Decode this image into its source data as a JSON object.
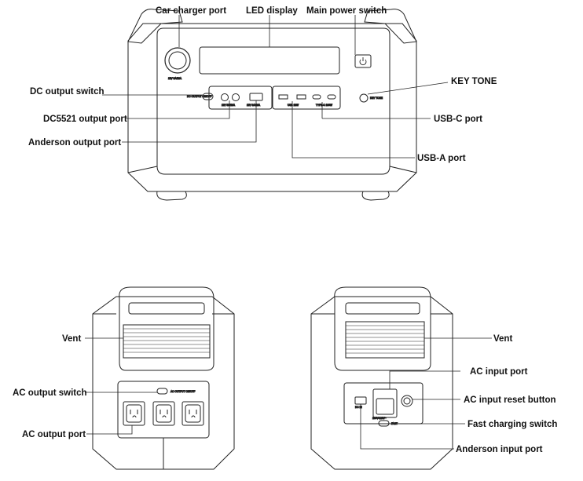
{
  "front_view": {
    "callouts": {
      "car_charger_port": "Car charger port",
      "led_display": "LED display",
      "main_power_switch": "Main power switch",
      "dc_output_switch": "DC output switch",
      "key_tone": "KEY TONE",
      "dc5521_output_port": "DC5521 output port",
      "usb_c_port": "USB-C port",
      "anderson_output_port": "Anderson output port",
      "usb_a_port": "USB-A port"
    },
    "panel_labels": {
      "car_charger_rating": "12V 8A/10A",
      "dc_output_switch_label": "DC OUTPUT ON/OFF",
      "dc5521_rating": "12V 5A/10A",
      "anderson_rating": "12V 8A/10A",
      "usb_a_rating": "USB 18W",
      "usb_c_rating": "TYPE-C 100W",
      "key_tone_label": "KEY TONE"
    },
    "icons": [
      "power-icon"
    ]
  },
  "left_side_view": {
    "callouts": {
      "vent": "Vent",
      "ac_output_switch": "AC output switch",
      "ac_output_port": "AC output port"
    },
    "panel_labels": {
      "ac_output_switch_label": "AC OUTPUT ON/OFF"
    },
    "ac_outlet_count": 3
  },
  "right_side_view": {
    "callouts": {
      "vent": "Vent",
      "ac_input_port": "AC input port",
      "ac_input_reset_button": "AC input reset button",
      "fast_charging_switch": "Fast charging switch",
      "anderson_input_port": "Anderson input port"
    },
    "panel_labels": {
      "anderson_input_label": "DC IN",
      "ac_input_rating": "100V-120V~",
      "fast_label": "FAST"
    }
  }
}
